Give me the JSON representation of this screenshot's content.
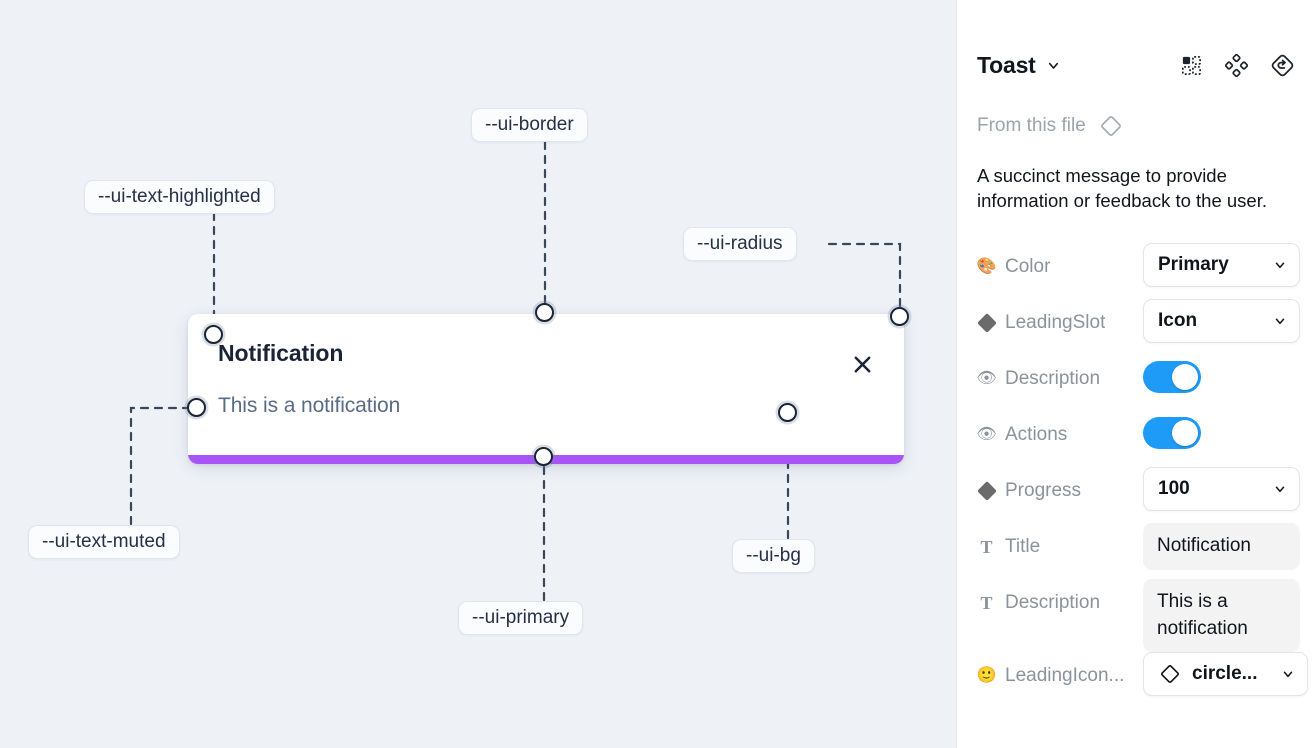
{
  "canvas": {
    "background_color": "#eef2f7",
    "toast": {
      "title": "Notification",
      "description": "This is a notification",
      "close_icon": "close-x-icon",
      "progress_color": "#a855f7",
      "progress_percent": 100,
      "background_color": "#ffffff"
    },
    "annotations": [
      {
        "id": "ui-text-highlighted",
        "label": "--ui-text-highlighted"
      },
      {
        "id": "ui-border",
        "label": "--ui-border"
      },
      {
        "id": "ui-radius",
        "label": "--ui-radius"
      },
      {
        "id": "ui-text-muted",
        "label": "--ui-text-muted"
      },
      {
        "id": "ui-primary",
        "label": "--ui-primary"
      },
      {
        "id": "ui-bg",
        "label": "--ui-bg"
      }
    ]
  },
  "panel": {
    "title": "Toast",
    "title_caret_icon": "chevron-down-icon",
    "header_icons": [
      {
        "name": "component-grid-icon"
      },
      {
        "name": "variants-diamond-icon"
      },
      {
        "name": "reset-diamond-icon"
      }
    ],
    "from_file_label": "From this file",
    "from_file_icon": "diamond-outline-icon",
    "description": "A succinct message to provide information or feedback to the user.",
    "properties": [
      {
        "icon": "palette-emoji",
        "icon_glyph": "🎨",
        "label": "Color",
        "control": "select",
        "value": "Primary"
      },
      {
        "icon": "diamond-icon",
        "icon_glyph": "",
        "label": "LeadingSlot",
        "control": "select",
        "value": "Icon"
      },
      {
        "icon": "eye-emoji",
        "icon_glyph": "👁",
        "label": "Description",
        "control": "toggle",
        "value": "on"
      },
      {
        "icon": "eye-emoji",
        "icon_glyph": "👁",
        "label": "Actions",
        "control": "toggle",
        "value": "on"
      },
      {
        "icon": "diamond-icon",
        "icon_glyph": "",
        "label": "Progress",
        "control": "select",
        "value": "100"
      },
      {
        "icon": "text-t-icon",
        "icon_glyph": "T",
        "label": "Title",
        "control": "text",
        "value": "Notification"
      },
      {
        "icon": "text-t-icon",
        "icon_glyph": "T",
        "label": "Description",
        "control": "text",
        "value": "This is a notification"
      },
      {
        "icon": "smiley-emoji",
        "icon_glyph": "🙂",
        "label": "LeadingIcon...",
        "control": "select-icon",
        "value": "circle..."
      }
    ],
    "accent_toggle_color": "#1e9bf7"
  }
}
